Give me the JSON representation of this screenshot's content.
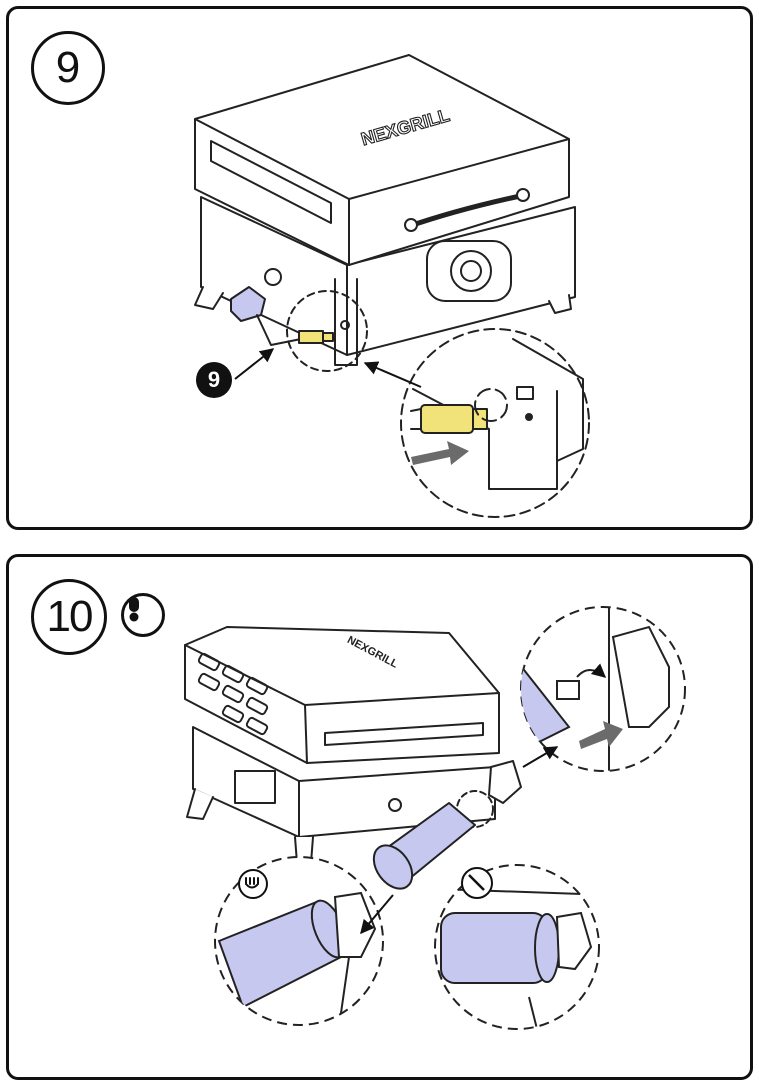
{
  "steps": [
    {
      "number": "9",
      "callout": "9",
      "brand": "NEXGRILL"
    },
    {
      "number": "10",
      "brand": "NEXGRILL"
    }
  ],
  "colors": {
    "line": "#222222",
    "brass_fitting": "#f2e27a",
    "gas_cylinder": "#c6c8ef",
    "arrow_gray": "#6b6b6b"
  },
  "icons": {
    "warning": "exclamation-icon",
    "correct": "thumbs-up-icon",
    "prohibited": "prohibited-icon"
  }
}
